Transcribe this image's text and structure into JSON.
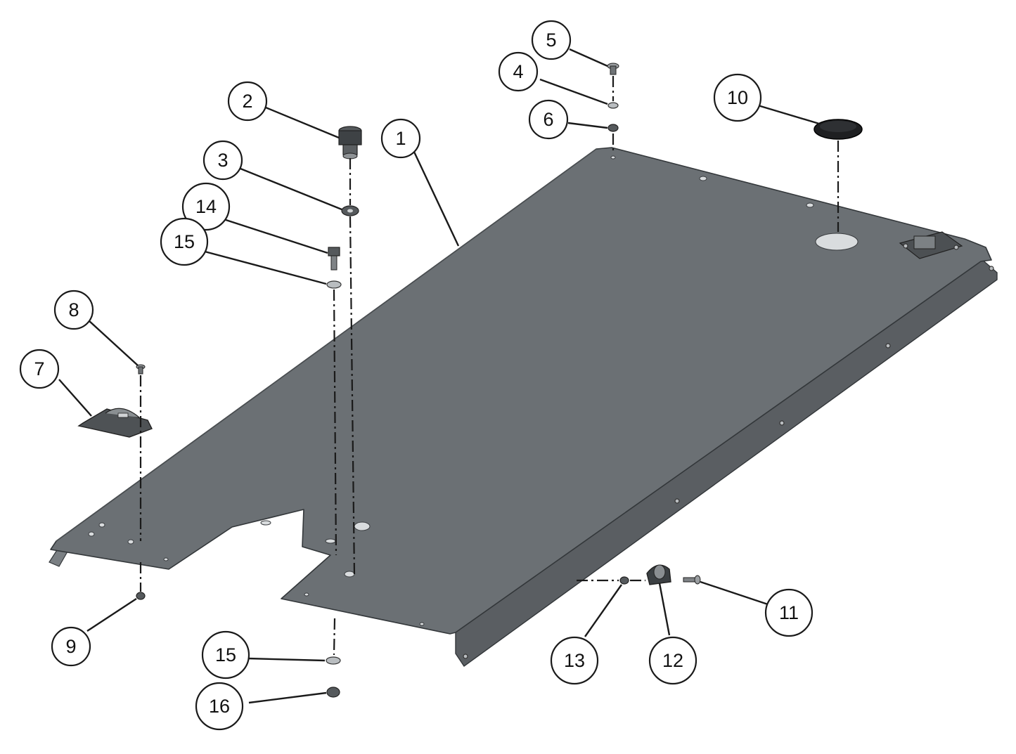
{
  "callouts": [
    {
      "id": "1",
      "label": "1"
    },
    {
      "id": "2",
      "label": "2"
    },
    {
      "id": "3",
      "label": "3"
    },
    {
      "id": "4",
      "label": "4"
    },
    {
      "id": "5",
      "label": "5"
    },
    {
      "id": "6",
      "label": "6"
    },
    {
      "id": "7",
      "label": "7"
    },
    {
      "id": "8",
      "label": "8"
    },
    {
      "id": "9",
      "label": "9"
    },
    {
      "id": "10",
      "label": "10"
    },
    {
      "id": "11",
      "label": "11"
    },
    {
      "id": "12",
      "label": "12"
    },
    {
      "id": "13",
      "label": "13"
    },
    {
      "id": "14",
      "label": "14"
    },
    {
      "id": "15a",
      "label": "15"
    },
    {
      "id": "15b",
      "label": "15"
    },
    {
      "id": "16",
      "label": "16"
    }
  ],
  "colors": {
    "panel": "#6b7074",
    "outline": "#1a1a1a",
    "background": "#ffffff"
  }
}
